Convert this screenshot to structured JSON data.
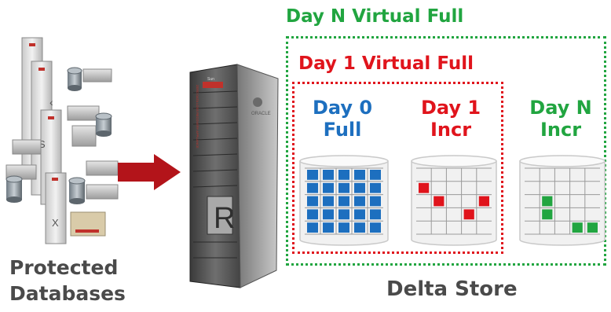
{
  "colors": {
    "green": "#21a540",
    "red": "#e0141c",
    "blue": "#1d6fbf",
    "arrow": "#b3141a",
    "text_dark": "#4a4a4a"
  },
  "left": {
    "caption_line1": "Protected",
    "caption_line2": "Databases",
    "server_letters": [
      "S",
      "X"
    ]
  },
  "appliance": {
    "big_letter": "R",
    "brand_small": "Sun",
    "brand_small2": "ORACLE",
    "side_text": "ZERO DATA LOSS RECOVERY APPLIANCE"
  },
  "delta": {
    "outer_title": "Day N Virtual Full",
    "inner_title": "Day 1 Virtual Full",
    "caption": "Delta Store",
    "day0_line1": "Day 0",
    "day0_line2": "Full",
    "day1_line1": "Day 1",
    "day1_line2": "Incr",
    "dayN_line1": "Day N",
    "dayN_line2": "Incr"
  }
}
